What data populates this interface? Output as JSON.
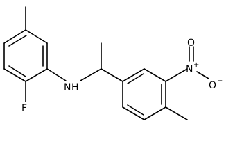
{
  "molecule": {
    "atoms": {
      "fluorine": "F",
      "amine_n": "N",
      "amine_h": "H",
      "nitro_n": "N",
      "nitro_n_charge": "+",
      "nitro_o_top": "O",
      "nitro_o_right": "O",
      "nitro_o_right_charge": "−"
    }
  }
}
